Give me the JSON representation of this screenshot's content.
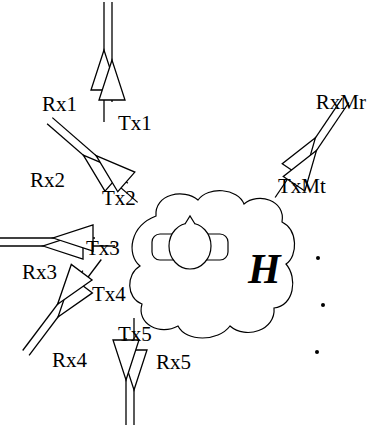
{
  "diagram": {
    "nodes": [
      {
        "text": [
          "H"
        ]
      }
    ],
    "labels": [
      "Rx1",
      "Tx1",
      "RxMr",
      "TxMt",
      "Rx2",
      "Tx2",
      "Tx3",
      "Rx3",
      "Tx4",
      "Rx4",
      "Tx5",
      "Rx5"
    ]
  }
}
